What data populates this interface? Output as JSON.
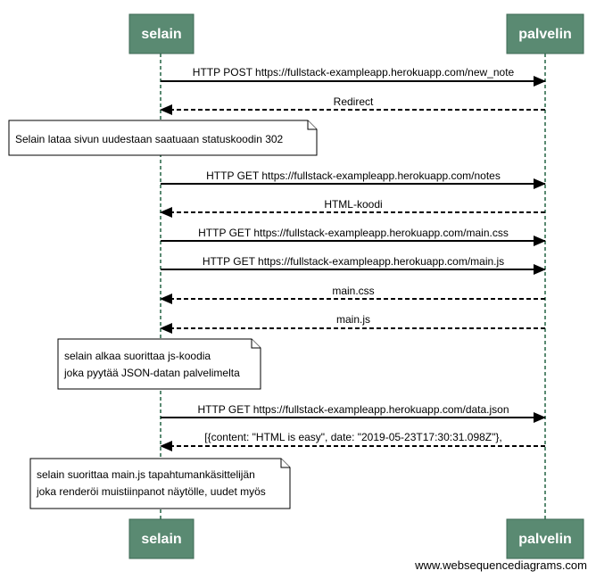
{
  "actors": {
    "client": "selain",
    "server": "palvelin"
  },
  "messages": [
    {
      "label": "HTTP POST https://fullstack-exampleapp.herokuapp.com/new_note",
      "dir": "right",
      "style": "solid"
    },
    {
      "label": "Redirect",
      "dir": "left",
      "style": "dashed"
    },
    {
      "label": "HTTP GET https://fullstack-exampleapp.herokuapp.com/notes",
      "dir": "right",
      "style": "solid"
    },
    {
      "label": "HTML-koodi",
      "dir": "left",
      "style": "dashed"
    },
    {
      "label": "HTTP GET https://fullstack-exampleapp.herokuapp.com/main.css",
      "dir": "right",
      "style": "solid"
    },
    {
      "label": "HTTP GET https://fullstack-exampleapp.herokuapp.com/main.js",
      "dir": "right",
      "style": "solid"
    },
    {
      "label": "main.css",
      "dir": "left",
      "style": "dashed"
    },
    {
      "label": "main.js",
      "dir": "left",
      "style": "dashed"
    },
    {
      "label": "HTTP GET https://fullstack-exampleapp.herokuapp.com/data.json",
      "dir": "right",
      "style": "solid"
    },
    {
      "label": "[{content: \"HTML is easy\", date: \"2019-05-23T17:30:31.098Z\"},",
      "dir": "left",
      "style": "dashed"
    }
  ],
  "notes": [
    {
      "lines": [
        "Selain lataa sivun uudestaan saatuaan statuskoodin 302"
      ]
    },
    {
      "lines": [
        "selain alkaa suorittaa js-koodia",
        "joka pyytää JSON-datan palvelimelta"
      ]
    },
    {
      "lines": [
        "selain suorittaa main.js tapahtumankäsittelijän",
        "joka renderöi muistiinpanot näytölle, uudet myös"
      ]
    }
  ],
  "watermark": "www.websequencediagrams.com"
}
